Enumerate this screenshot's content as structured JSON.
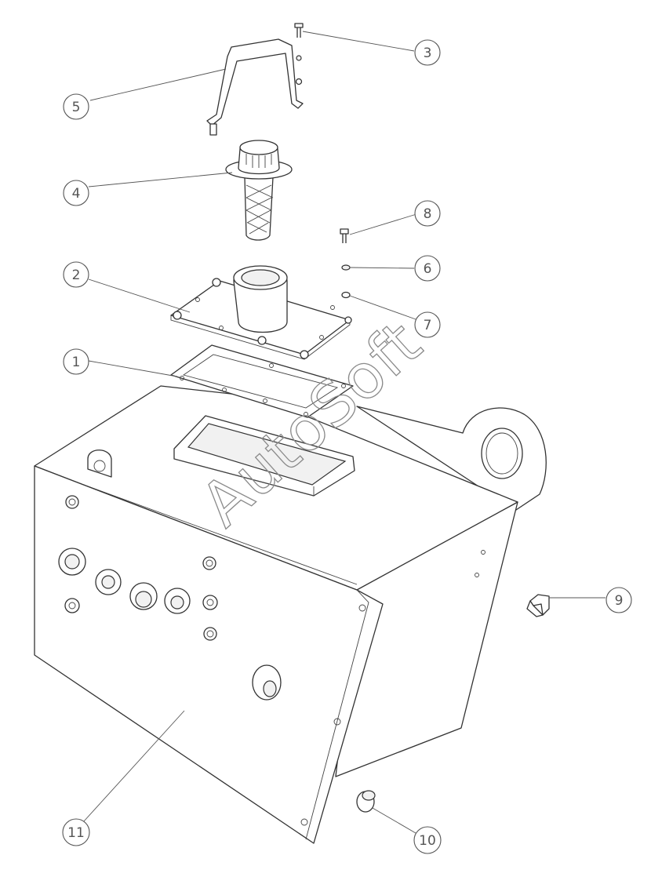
{
  "watermark": "AutoSoft",
  "callouts": [
    {
      "id": "1",
      "label": "1"
    },
    {
      "id": "2",
      "label": "2"
    },
    {
      "id": "3",
      "label": "3"
    },
    {
      "id": "4",
      "label": "4"
    },
    {
      "id": "5",
      "label": "5"
    },
    {
      "id": "6",
      "label": "6"
    },
    {
      "id": "7",
      "label": "7"
    },
    {
      "id": "8",
      "label": "8"
    },
    {
      "id": "9",
      "label": "9"
    },
    {
      "id": "10",
      "label": "10"
    },
    {
      "id": "11",
      "label": "11"
    }
  ],
  "colors": {
    "line": "#333333",
    "callout": "#555555",
    "watermark": "#8a8a8a"
  }
}
